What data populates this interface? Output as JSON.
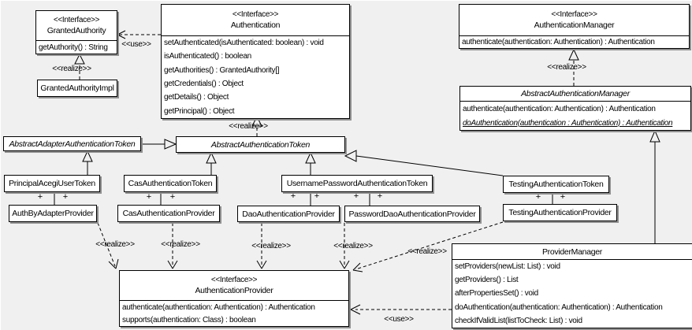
{
  "colors": {
    "background": "#f0f0f0",
    "box_fill": "#ffffff",
    "border": "#000000",
    "shadow": "#909090"
  },
  "stereotype_interface": "<<Interface>>",
  "label_realize": "<<realize>>",
  "label_use": "<<use>>",
  "label_plus": "+",
  "classes": {
    "granted_authority": {
      "name": "GrantedAuthority",
      "methods": [
        "getAuthority() : String"
      ]
    },
    "granted_authority_impl": {
      "name": "GrantedAuthorityImpl"
    },
    "authentication": {
      "name": "Authentication",
      "methods": [
        "setAuthenticated(isAuthenticated: boolean) : void",
        "isAuthenticated() : boolean",
        "getAuthorities() : GrantedAuthority[]",
        "getCredentials() : Object",
        "getDetails() : Object",
        "getPrincipal() : Object"
      ]
    },
    "authentication_manager": {
      "name": "AuthenticationManager",
      "methods": [
        "authenticate(authentication: Authentication) : Authentication"
      ]
    },
    "abstract_authentication_manager": {
      "name": "AbstractAuthenticationManager",
      "methods": [
        "authenticate(authentication: Authentication) : Authentication",
        "doAuthentication(authentication : Authentication) : Authentication"
      ]
    },
    "abstract_adapter_authentication_token": {
      "name": "AbstractAdapterAuthenticationToken"
    },
    "abstract_authentication_token": {
      "name": "AbstractAuthenticationToken"
    },
    "principal_acegi_user_token": {
      "name": "PrincipalAcegiUserToken"
    },
    "cas_authentication_token": {
      "name": "CasAuthenticationToken"
    },
    "username_password_authentication_token": {
      "name": "UsernamePasswordAuthenticationToken"
    },
    "testing_authentication_token": {
      "name": "TestingAuthenticationToken"
    },
    "auth_by_adapter_provider": {
      "name": "AuthByAdapterProvider"
    },
    "cas_authentication_provider": {
      "name": "CasAuthenticationProvider"
    },
    "dao_authentication_provider": {
      "name": "DaoAuthenticationProvider"
    },
    "password_dao_authentication_provider": {
      "name": "PasswordDaoAuthenticationProvider"
    },
    "testing_authentication_provider": {
      "name": "TestingAuthenticationProvider"
    },
    "authentication_provider": {
      "name": "AuthenticationProvider",
      "methods": [
        "authenticate(authentication: Authentication) : Authentication",
        "supports(authentication: Class) : boolean"
      ]
    },
    "provider_manager": {
      "name": "ProviderManager",
      "methods": [
        "setProviders(newList: List) : void",
        "getProviders() : List",
        "afterPropertiesSet() : void",
        "doAuthentication(authentication: Authentication) : Authentication",
        "checkIfValidList(listToCheck: List) : void"
      ]
    }
  }
}
